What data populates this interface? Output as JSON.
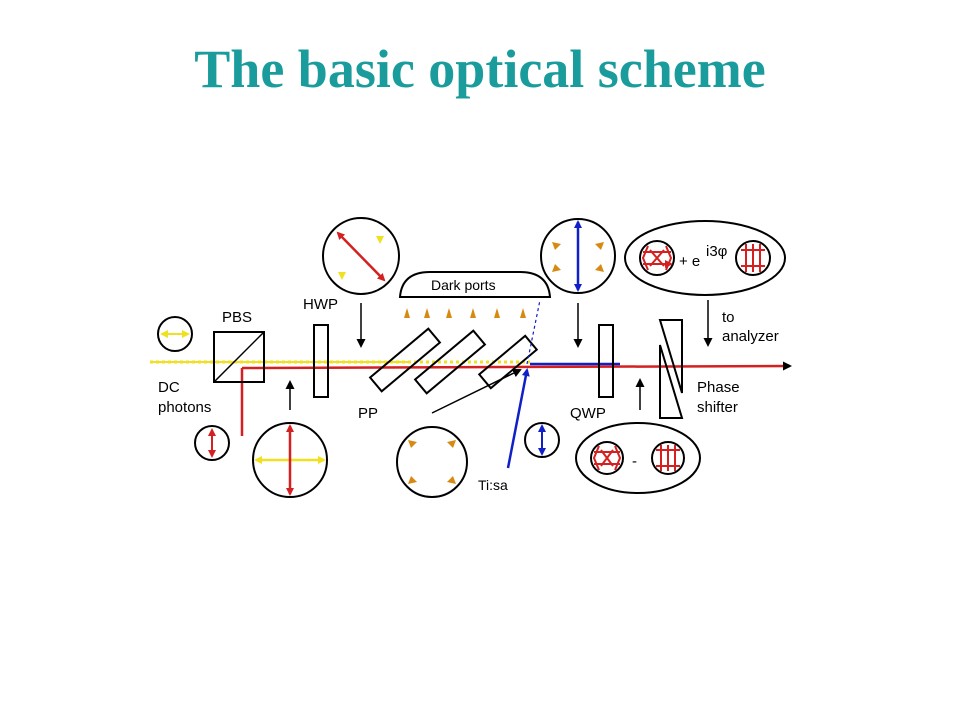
{
  "title": "The basic optical scheme",
  "labels": {
    "pbs": "PBS",
    "hwp": "HWP",
    "dark_ports": "Dark ports",
    "to": "to",
    "analyzer": "analyzer",
    "dc": "DC",
    "photons": "photons",
    "pp": "PP",
    "qwp": "QWP",
    "phase": "Phase",
    "shifter": "shifter",
    "tisa": "Ti:sa",
    "plus_e": "+ e",
    "exponent": "i3φ",
    "minus": "-"
  },
  "colors": {
    "title": "#1a9c9c",
    "red": "#d42020",
    "yellow": "#f0e020",
    "blue": "#1020c8",
    "orange": "#d88a10"
  }
}
